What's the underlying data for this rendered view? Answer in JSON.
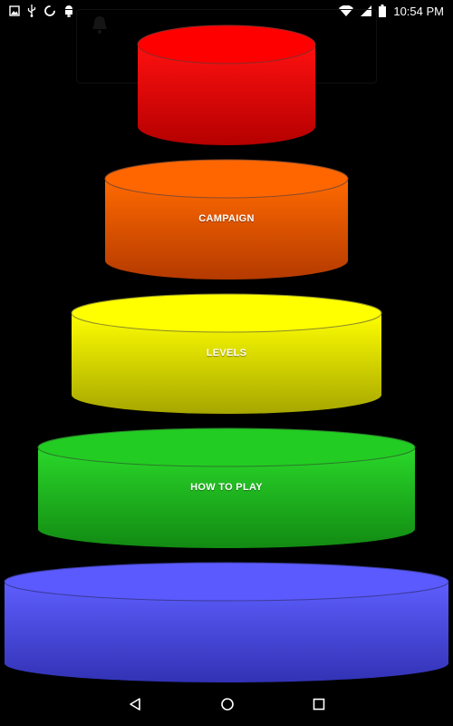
{
  "status_bar": {
    "time": "10:54 PM",
    "left_icons": [
      "image-icon",
      "usb-icon",
      "sync-icon",
      "android-icon"
    ],
    "right_icons": [
      "wifi-icon",
      "signal-icon",
      "battery-icon"
    ]
  },
  "menu": {
    "items": [
      {
        "name": "top-drum-button",
        "label": "",
        "color_top": "#ff1a1a",
        "color_bottom": "#b80000"
      },
      {
        "name": "campaign-button",
        "label": "CAMPAIGN",
        "color_top": "#ff6a00",
        "color_bottom": "#b83a00"
      },
      {
        "name": "levels-button",
        "label": "LEVELS",
        "color_top": "#ffff00",
        "color_bottom": "#a8a800"
      },
      {
        "name": "how-to-play-button",
        "label": "HOW TO PLAY",
        "color_top": "#2ad82a",
        "color_bottom": "#128c12"
      },
      {
        "name": "bottom-drum-button",
        "label": "",
        "color_top": "#5c5cff",
        "color_bottom": "#3030b8"
      }
    ]
  },
  "nav_bar": {
    "icons": [
      "back-icon",
      "home-icon",
      "recents-icon"
    ]
  }
}
